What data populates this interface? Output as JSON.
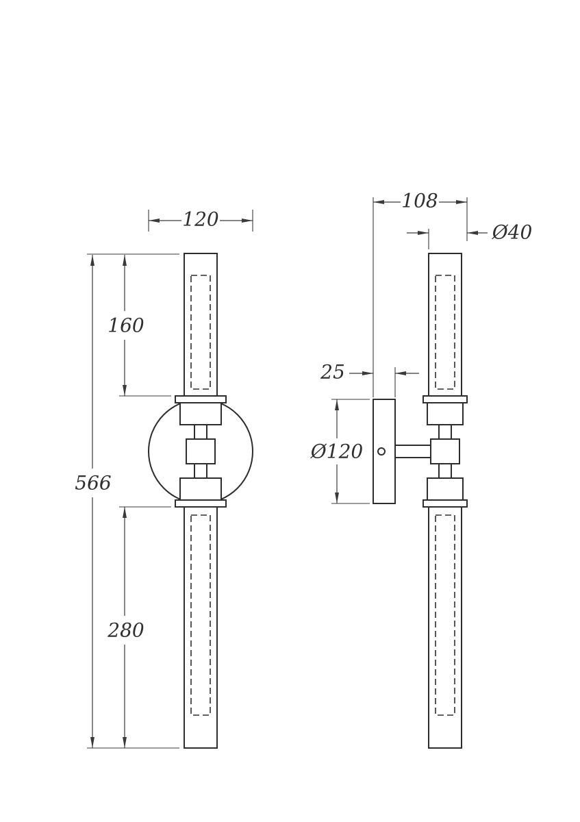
{
  "dims": {
    "front_width": "120",
    "upper_length": "160",
    "total_height": "566",
    "lower_length": "280",
    "depth": "108",
    "tube_diameter": "Ø40",
    "plate_thickness": "25",
    "plate_diameter": "Ø120"
  }
}
